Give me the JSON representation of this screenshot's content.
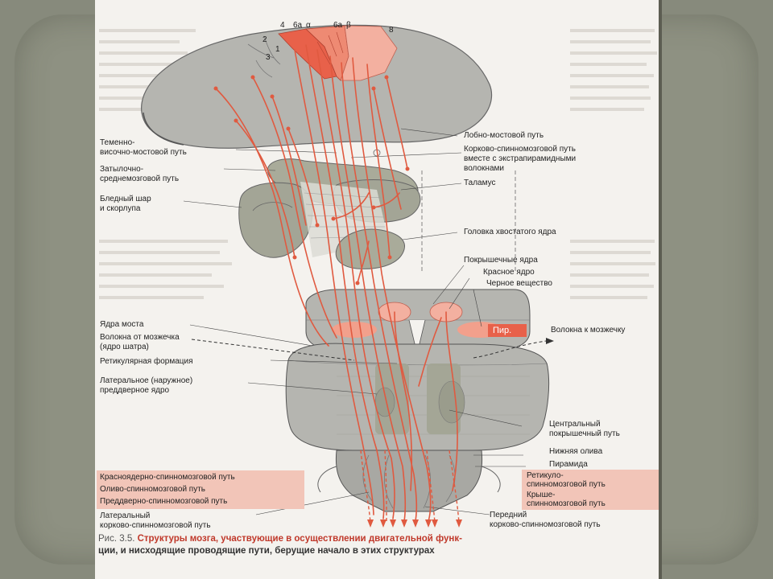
{
  "labels_left": [
    {
      "id": "temp",
      "text": "Теменно-"
    },
    {
      "id": "temp2",
      "text": "височно-мостовой путь"
    },
    {
      "id": "occ",
      "text": "Затылочно-"
    },
    {
      "id": "occ2",
      "text": "среднемозговой путь"
    },
    {
      "id": "pall",
      "text": "Бледный шар"
    },
    {
      "id": "pall2",
      "text": "и скорлупа"
    },
    {
      "id": "pons",
      "text": "Ядра моста"
    },
    {
      "id": "cereb",
      "text": "Волокна от мозжечка"
    },
    {
      "id": "cereb2",
      "text": "(ядро шатра)"
    },
    {
      "id": "retic",
      "text": "Ретикулярная формация"
    },
    {
      "id": "vest",
      "text": "Латеральное (наружное)"
    },
    {
      "id": "vest2",
      "text": "преддверное ядро"
    },
    {
      "id": "lat",
      "text": "Латеральный"
    },
    {
      "id": "lat2",
      "text": "корково-спинномозговой путь"
    }
  ],
  "labels_right": [
    {
      "id": "front",
      "text": "Лобно-мостовой путь"
    },
    {
      "id": "cort",
      "text": "Корково-спинномозговой путь"
    },
    {
      "id": "cort2",
      "text": "вместе с экстрапирамидными"
    },
    {
      "id": "cort3",
      "text": "волокнами"
    },
    {
      "id": "thal",
      "text": "Таламус"
    },
    {
      "id": "caud",
      "text": "Головка хвостатого ядра"
    },
    {
      "id": "tect",
      "text": "Покрышечные ядра"
    },
    {
      "id": "red",
      "text": "Красное ядро"
    },
    {
      "id": "nigra",
      "text": "Черное вещество"
    },
    {
      "id": "tocer",
      "text": "Волокна к мозжечку"
    },
    {
      "id": "ctt",
      "text": "Центральный"
    },
    {
      "id": "ctt2",
      "text": "покрышечный путь"
    },
    {
      "id": "olive",
      "text": "Нижняя олива"
    },
    {
      "id": "pyr",
      "text": "Пирамида"
    },
    {
      "id": "ant",
      "text": "Передний"
    },
    {
      "id": "ant2",
      "text": "корково-спинномозговой путь"
    }
  ],
  "boxes_left": [
    "Красноядерно-спинномозговой путь",
    "Оливо-спинномозговой путь",
    "Преддверно-спинномозговой путь"
  ],
  "boxes_right": [
    "Ретикуло-",
    "спинномозговой путь",
    "Крыше-",
    "спинномозговой путь"
  ],
  "cortex_numbers": {
    "n4": "4",
    "n6a": "6а",
    "n6b": "6а",
    "n8": "8",
    "n2": "2",
    "n1": "1",
    "n3": "3",
    "alpha": "α",
    "beta": "β"
  },
  "pyr_label": "Пир.",
  "caption": {
    "fig": "Рис. 3.5.",
    "bold1": " Структуры мозга, участвующие в осуществлении двигательной функ-",
    "bold2": "ции, и нисходящие проводящие пути, берущие начало в этих структурах"
  },
  "colors": {
    "tissue": "#b5b5b0",
    "tissue_dark": "#9d9d98",
    "pathway": "#e05a40",
    "cortex_red": "#e8614a",
    "cortex_pink": "#f3b0a0",
    "box": "#f2c5b8"
  }
}
